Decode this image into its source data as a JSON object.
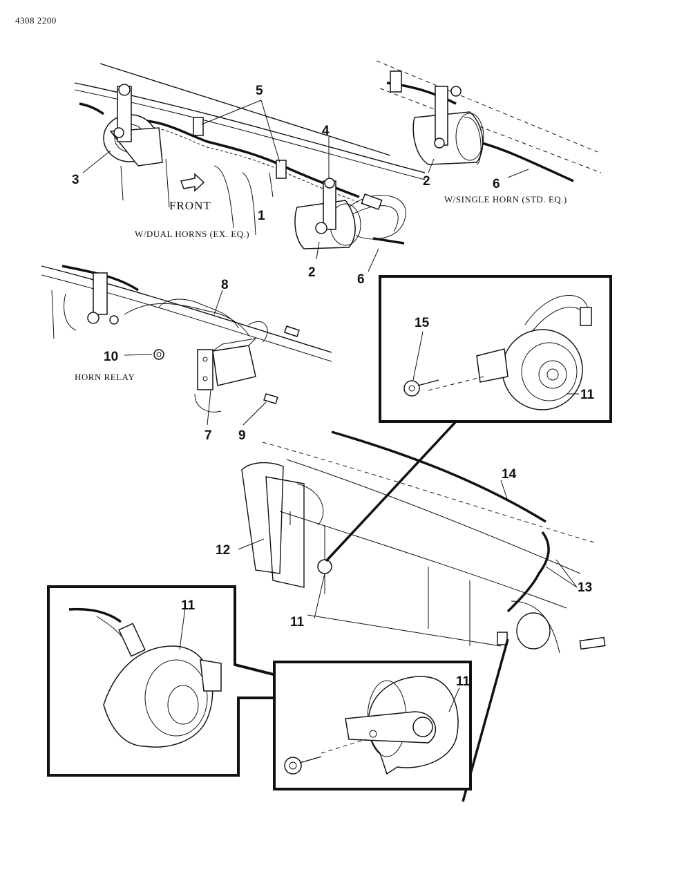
{
  "header": {
    "doc_code": "4308 2200"
  },
  "captions": {
    "dual_horns": "W/DUAL HORNS (EX. EQ.)",
    "single_horn": "W/SINGLE HORN (STD. EQ.)",
    "horn_relay": "HORN RELAY",
    "front": "FRONT"
  },
  "callouts": {
    "c1": "1",
    "c2": "2",
    "c3": "3",
    "c4": "4",
    "c5": "5",
    "c6": "6",
    "c7": "7",
    "c8": "8",
    "c9": "9",
    "c10": "10",
    "c11": "11",
    "c12": "12",
    "c13": "13",
    "c14": "14",
    "c15": "15"
  }
}
